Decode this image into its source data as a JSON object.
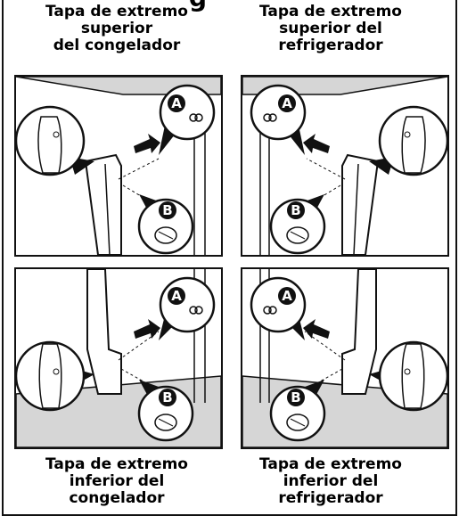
{
  "header": {
    "partial_title": "g"
  },
  "panels": [
    {
      "caption": "Tapa de extremo\nsuperior\ndel congelador",
      "badge_a": "A",
      "badge_b": "B"
    },
    {
      "caption": "Tapa de extremo\nsuperior del\nrefrigerador",
      "badge_a": "A",
      "badge_b": "B"
    },
    {
      "caption": "Tapa de extremo\ninferior del\ncongelador",
      "badge_a": "A",
      "badge_b": "B"
    },
    {
      "caption": "Tapa de extremo\ninferior del\nrefrigerador",
      "badge_a": "A",
      "badge_b": "B"
    }
  ],
  "colors": {
    "line": "#111111",
    "wall": "#d6d6d6",
    "fill": "#ffffff"
  }
}
